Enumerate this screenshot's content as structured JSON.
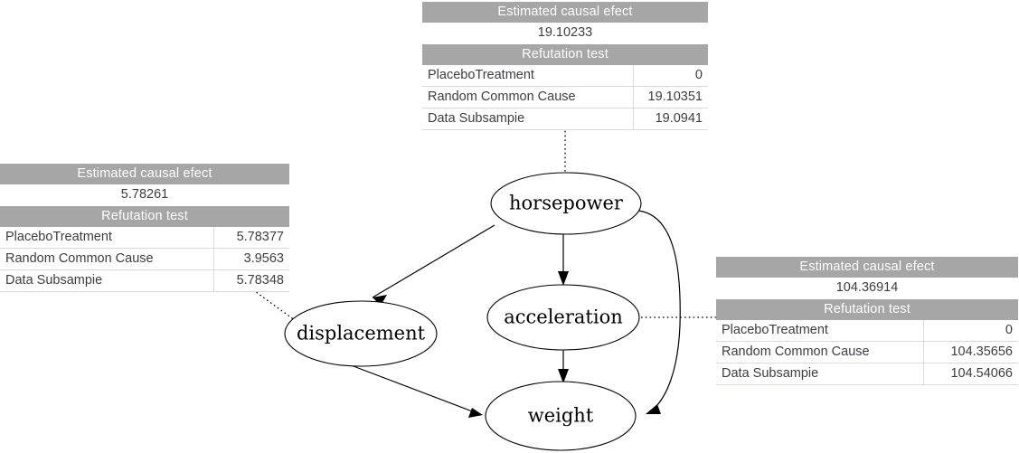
{
  "tables": {
    "headers": {
      "effect": "Estimated causal efect",
      "refutation": "Refutation test"
    },
    "row_labels": {
      "placebo": "PlaceboTreatment",
      "random_common_cause": "Random Common Cause",
      "data_subsample": "Data Subsampie"
    },
    "top": {
      "effect_header": "Estimated causal efect",
      "effect_value": "19.10233",
      "refutation_header": "Refutation test",
      "rows": [
        {
          "label": "PlaceboTreatment",
          "value": "0"
        },
        {
          "label": "Random Common Cause",
          "value": "19.10351"
        },
        {
          "label": "Data Subsampie",
          "value": "19.0941"
        }
      ]
    },
    "left": {
      "effect_header": "Estimated causal efect",
      "effect_value": "5.78261",
      "refutation_header": "Refutation test",
      "rows": [
        {
          "label": "PlaceboTreatment",
          "value": "5.78377"
        },
        {
          "label": "Random Common Cause",
          "value": "3.9563"
        },
        {
          "label": "Data Subsampie",
          "value": "5.78348"
        }
      ]
    },
    "right": {
      "effect_header": "Estimated causal efect",
      "effect_value": "104.36914",
      "refutation_header": "Refutation test",
      "rows": [
        {
          "label": "PlaceboTreatment",
          "value": "0"
        },
        {
          "label": "Random Common Cause",
          "value": "104.35656"
        },
        {
          "label": "Data Subsampie",
          "value": "104.54066"
        }
      ]
    }
  },
  "graph": {
    "nodes": [
      {
        "id": "horsepower",
        "label": "horsepower"
      },
      {
        "id": "displacement",
        "label": "displacement"
      },
      {
        "id": "acceleration",
        "label": "acceleration"
      },
      {
        "id": "weight",
        "label": "weight"
      }
    ],
    "edges": [
      {
        "from": "horsepower",
        "to": "displacement",
        "style": "solid-arrow"
      },
      {
        "from": "horsepower",
        "to": "acceleration",
        "style": "solid-arrow"
      },
      {
        "from": "horsepower",
        "to": "weight",
        "style": "solid-curved-arrow"
      },
      {
        "from": "acceleration",
        "to": "weight",
        "style": "solid-arrow"
      },
      {
        "from": "displacement",
        "to": "weight",
        "style": "solid-arrow"
      }
    ],
    "annotations": [
      {
        "table": "top",
        "node": "horsepower",
        "style": "dotted"
      },
      {
        "table": "left",
        "node": "displacement",
        "style": "dotted"
      },
      {
        "table": "right",
        "node": "acceleration",
        "style": "dotted"
      }
    ]
  },
  "colors": {
    "header_background": "#a6a6a6",
    "header_text": "#ffffff",
    "body_text": "#3c3c46",
    "row_border": "#d9d9d9",
    "graph_stroke": "#000000",
    "page_background": "#ffffff"
  }
}
